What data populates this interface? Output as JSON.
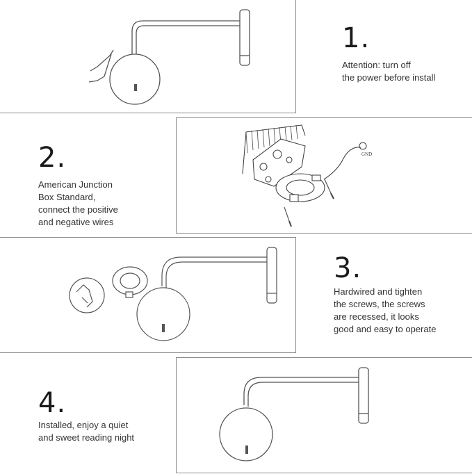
{
  "steps": [
    {
      "number": "1.",
      "text": "Attention: turn off\nthe power before install"
    },
    {
      "number": "2.",
      "text": "American Junction\nBox Standard,\nconnect the positive\nand negative wires"
    },
    {
      "number": "3.",
      "text": "Hardwired and tighten\nthe screws, the screws\nare recessed, it looks\ngood and easy to operate"
    },
    {
      "number": "4.",
      "text": "Installed, enjoy a quiet\nand sweet reading night"
    }
  ],
  "diagram_labels": {
    "ground": "GND"
  }
}
